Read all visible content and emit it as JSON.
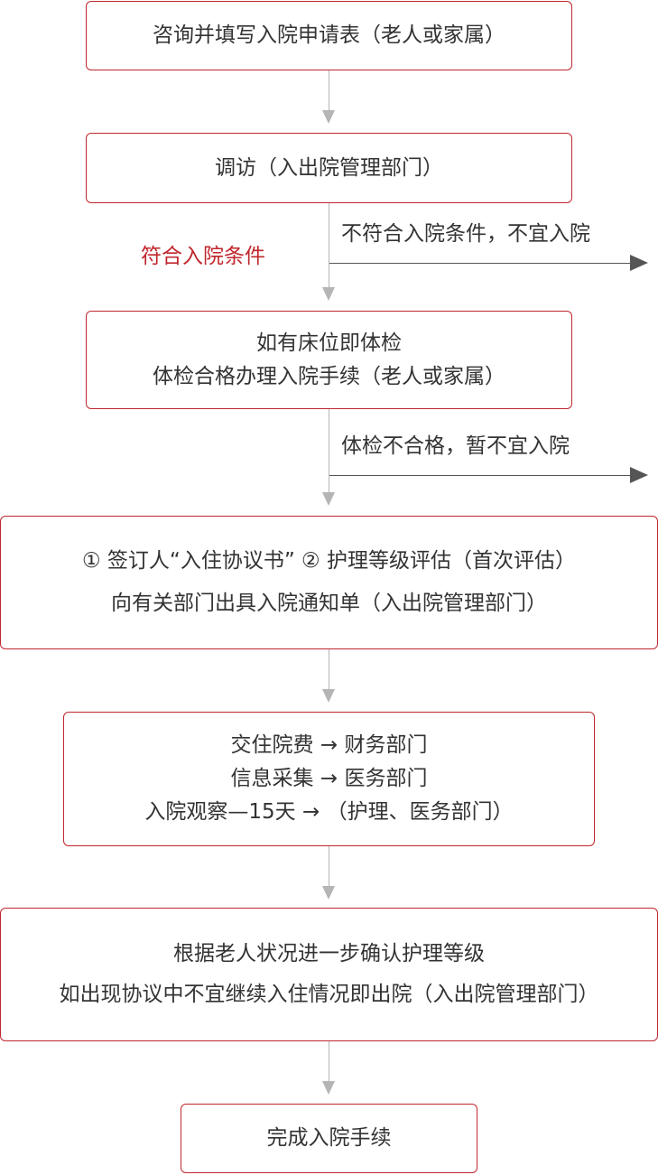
{
  "colors": {
    "box_border": "#c0272d",
    "condition_text": "#c0272d",
    "connector": "#b5b5b5",
    "branch_arrow": "#555555",
    "text": "#333333"
  },
  "steps": {
    "step1": {
      "lines": [
        "咨询并填写入院申请表（老人或家属）"
      ]
    },
    "step2": {
      "lines": [
        "调访（入出院管理部门）"
      ]
    },
    "step3": {
      "lines": [
        "如有床位即体检",
        "体检合格办理入院手续（老人或家属）"
      ]
    },
    "step4": {
      "lines": [
        "① 签订人“入住协议书” ② 护理等级评估（首次评估）",
        "向有关部门出具入院通知单（入出院管理部门）"
      ]
    },
    "step5": {
      "lines": [
        "交住院费 → 财务部门",
        "信息采集 → 医务部门",
        "入院观察—15天 → （护理、医务部门）"
      ]
    },
    "step6": {
      "lines": [
        "根据老人状况进一步确认护理等级",
        "如出现协议中不宜继续入住情况即出院（入出院管理部门）"
      ]
    },
    "step7": {
      "lines": [
        "完成入院手续"
      ]
    }
  },
  "branches": {
    "reject_condition": "不符合入院条件，不宜入院",
    "pass_condition": "符合入院条件",
    "reject_exam": "体检不合格，暂不宜入院"
  }
}
